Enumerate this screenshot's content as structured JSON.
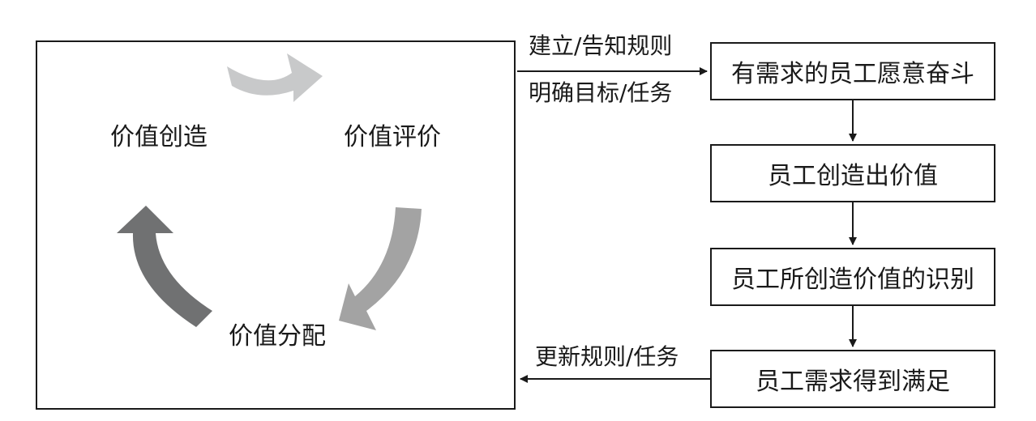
{
  "cycle": {
    "nodes": [
      "价值创造",
      "价值评价",
      "价值分配"
    ],
    "arrow_colors": [
      "#c8c9ca",
      "#a3a3a3",
      "#707172"
    ]
  },
  "steps": [
    "有需求的员工愿意奋斗",
    "员工创造出价值",
    "员工所创造价值的识别",
    "员工需求得到满足"
  ],
  "connectors": {
    "top_above": "建立/告知规则",
    "top_below": "明确目标/任务",
    "bottom_above": "更新规则/任务"
  }
}
